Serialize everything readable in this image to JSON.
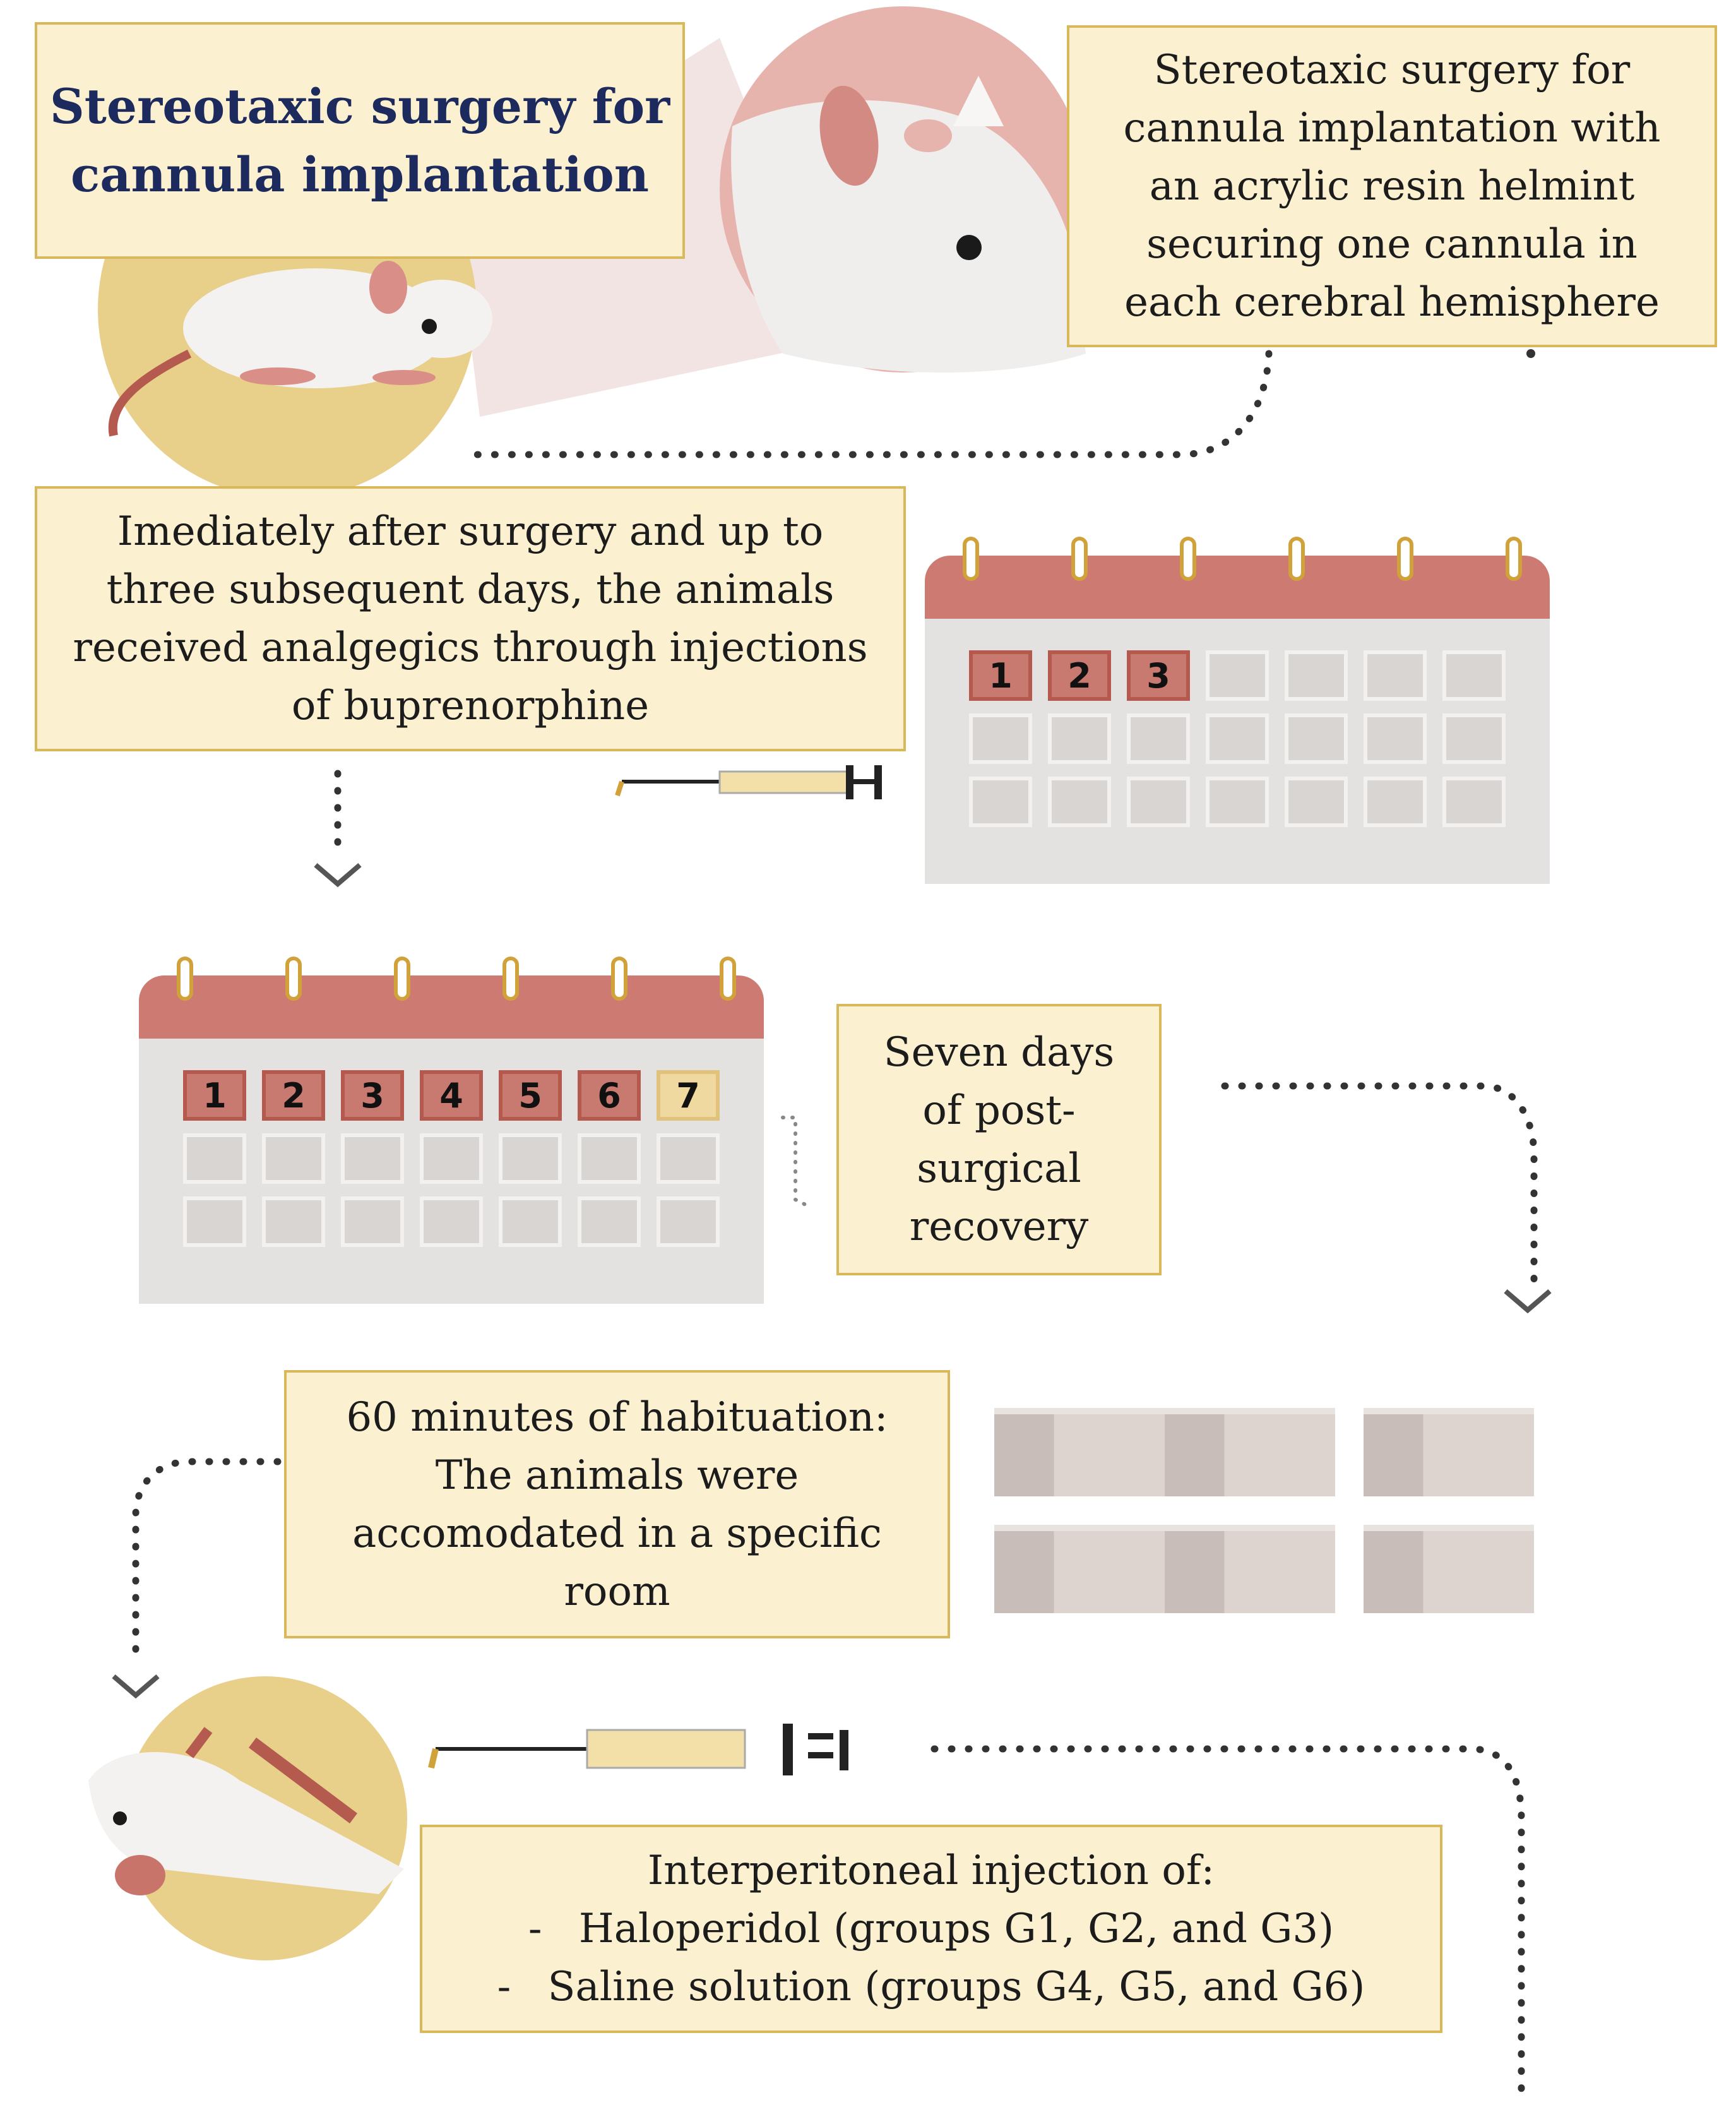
{
  "title": "Stereotaxic surgery for cannula implantation",
  "steps": {
    "surgery_detail": "Stereotaxic surgery for cannula implantation with an acrylic resin helmint securing one cannula in each cerebral hemisphere",
    "analgesia": "Imediately after surgery and up to three subsequent days, the animals received analgegics through injections of buprenorphine",
    "recovery": "Seven days of post-surgical recovery",
    "habituation": "60 minutes of habituation: The animals were accomodated in a specific room",
    "injection": {
      "heading": "Interperitoneal injection of:",
      "items": [
        {
          "dash": "-",
          "text": "Haloperidol (groups G1, G2, and G3)"
        },
        {
          "dash": "-",
          "text": "Saline solution (groups G4, G5, and G6)"
        }
      ]
    }
  },
  "calendars": {
    "analgesia_days": [
      "1",
      "2",
      "3"
    ],
    "recovery_days": [
      "1",
      "2",
      "3",
      "4",
      "5",
      "6",
      "7"
    ]
  },
  "colors": {
    "box_fill": "#fbf0cf",
    "box_border": "#d9b85c",
    "title_text": "#1d2a5e",
    "calendar_header": "#cc7a72",
    "calendar_marked_day": "#c97a70",
    "calendar_final_day": "#efd9a0"
  },
  "icons": [
    "mouse-in-circle-icon",
    "mouse-head-zoom-icon",
    "syringe-icon",
    "calendar-icon",
    "cage-icon",
    "mouse-injection-icon"
  ]
}
